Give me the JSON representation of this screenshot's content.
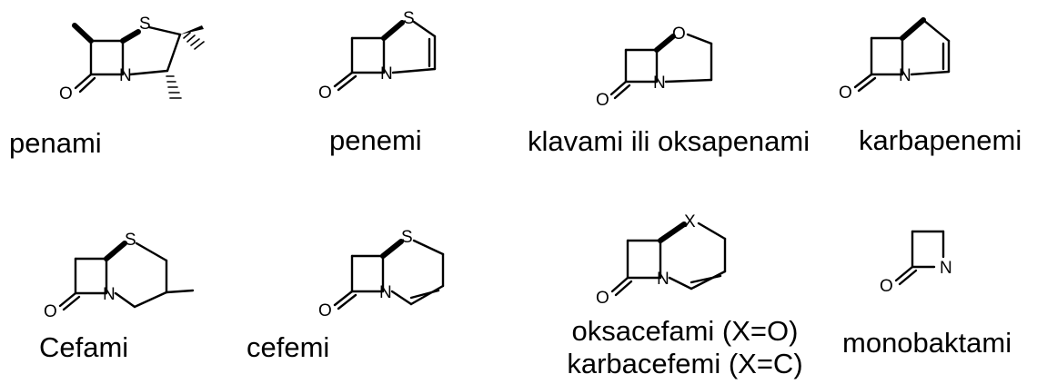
{
  "structures": [
    {
      "key": "penam",
      "name": "penami",
      "hetero": "S"
    },
    {
      "key": "penem",
      "name": "penemi",
      "hetero": "S"
    },
    {
      "key": "clavam",
      "name": "klavami ili oksapenami",
      "hetero": "O"
    },
    {
      "key": "carbapenem",
      "name": "karbapenemi"
    },
    {
      "key": "cepham",
      "name": "Cefami",
      "hetero": "S"
    },
    {
      "key": "cephem",
      "name": "cefemi",
      "hetero": "S"
    },
    {
      "key": "oxacephem",
      "name_line1": "oksacefami (X=O)",
      "name_line2": "karbacefemi (X=C)",
      "hetero": "X"
    },
    {
      "key": "monobactam",
      "name": "monobaktami"
    }
  ],
  "atoms": {
    "nitrogen": "N",
    "oxygen": "O"
  }
}
